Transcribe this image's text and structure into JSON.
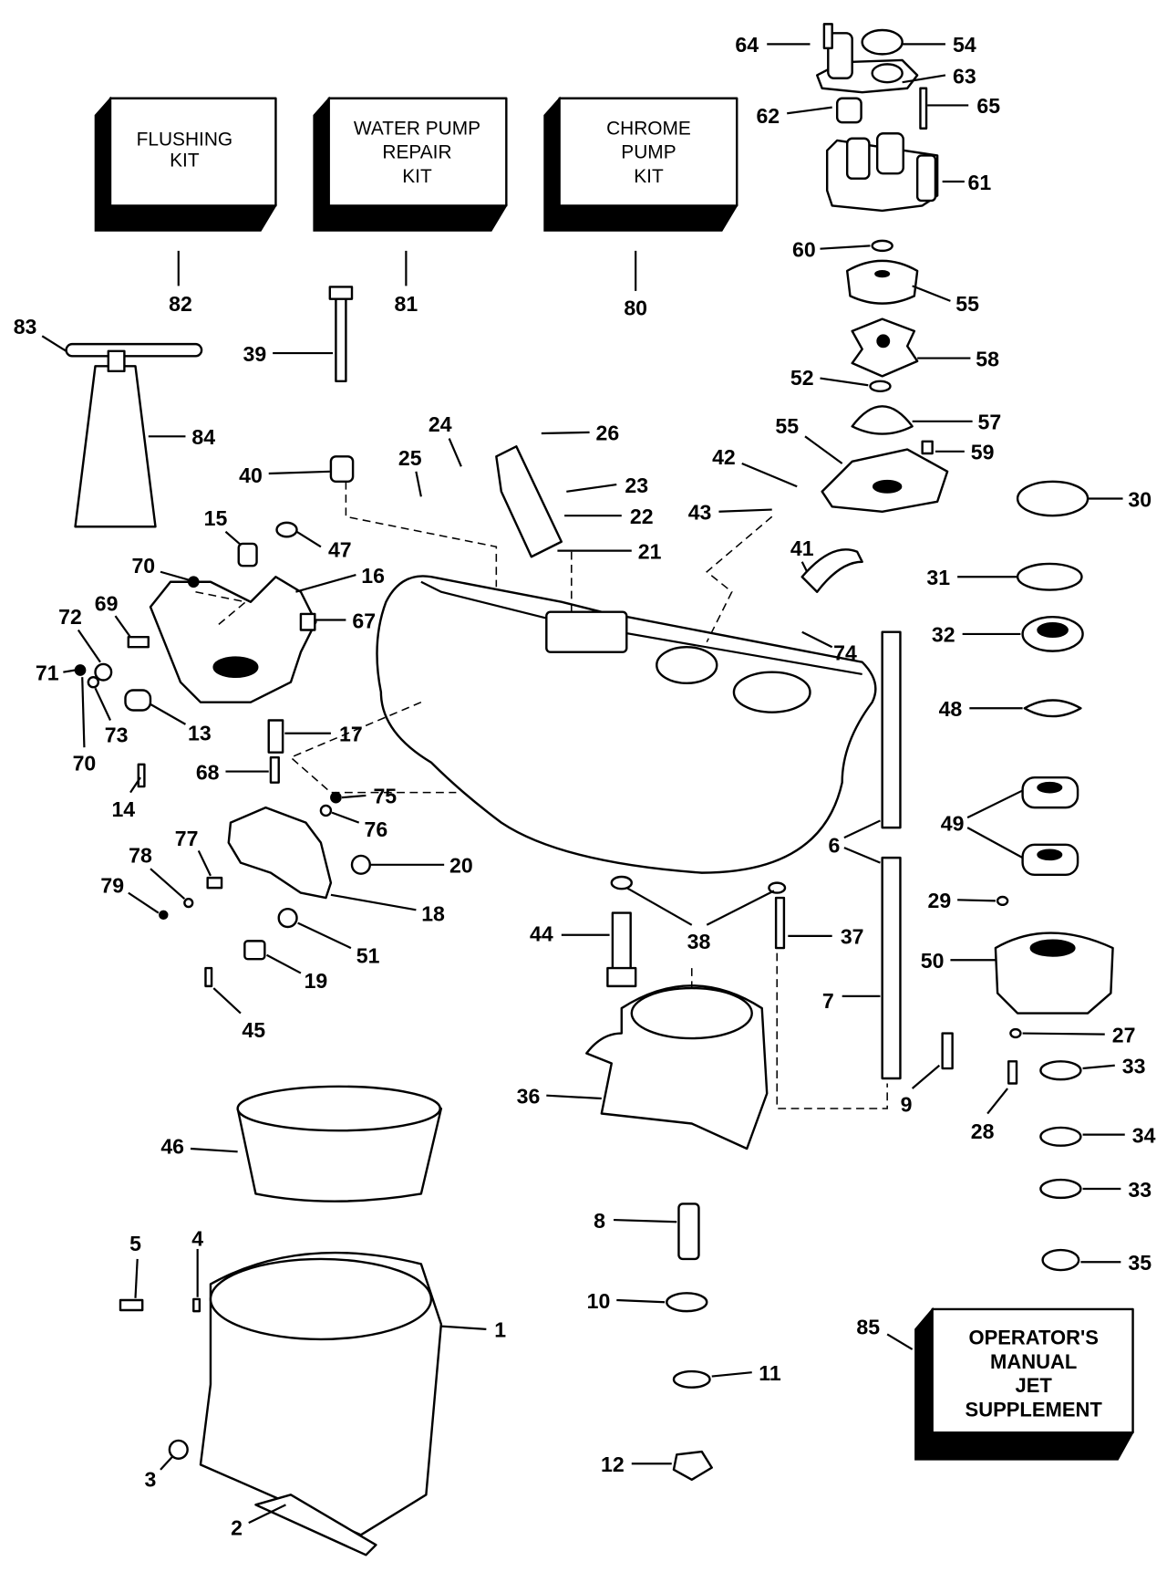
{
  "kits": {
    "flushing": {
      "lines": [
        "FLUSHING",
        "KIT"
      ],
      "callout": "82"
    },
    "water_pump_repair": {
      "lines": [
        "WATER PUMP",
        "REPAIR",
        "KIT"
      ],
      "callout": "81"
    },
    "chrome_pump": {
      "lines": [
        "CHROME",
        "PUMP",
        "KIT"
      ],
      "callout": "80"
    },
    "operators_manual": {
      "lines": [
        "OPERATOR'S",
        "MANUAL",
        "JET",
        "SUPPLEMENT"
      ],
      "callout": "85"
    }
  },
  "callouts": [
    "64",
    "54",
    "63",
    "65",
    "62",
    "61",
    "60",
    "55",
    "58",
    "52",
    "57",
    "55",
    "59",
    "42",
    "43",
    "30",
    "31",
    "32",
    "48",
    "49",
    "6",
    "29",
    "50",
    "27",
    "33",
    "28",
    "34",
    "33",
    "35",
    "7",
    "9",
    "37",
    "38",
    "44",
    "36",
    "8",
    "10",
    "11",
    "12",
    "1",
    "2",
    "3",
    "4",
    "5",
    "46",
    "45",
    "19",
    "51",
    "18",
    "20",
    "76",
    "75",
    "79",
    "78",
    "77",
    "17",
    "68",
    "14",
    "13",
    "70",
    "73",
    "71",
    "72",
    "69",
    "70",
    "15",
    "47",
    "16",
    "67",
    "25",
    "24",
    "26",
    "23",
    "22",
    "21",
    "41",
    "74",
    "39",
    "40",
    "83",
    "84"
  ]
}
